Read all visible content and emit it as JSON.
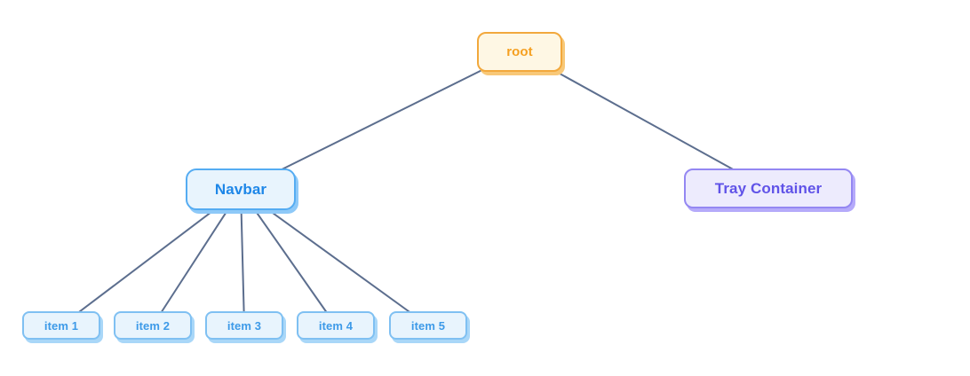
{
  "diagram": {
    "type": "tree",
    "nodes": {
      "root": {
        "label": "root"
      },
      "navbar": {
        "label": "Navbar"
      },
      "tray": {
        "label": "Tray Container"
      },
      "items": [
        {
          "label": "item 1"
        },
        {
          "label": "item 2"
        },
        {
          "label": "item 3"
        },
        {
          "label": "item 4"
        },
        {
          "label": "item 5"
        }
      ]
    },
    "edges": [
      {
        "from": "root",
        "to": "Navbar"
      },
      {
        "from": "root",
        "to": "Tray Container"
      },
      {
        "from": "Navbar",
        "to": "item 1"
      },
      {
        "from": "Navbar",
        "to": "item 2"
      },
      {
        "from": "Navbar",
        "to": "item 3"
      },
      {
        "from": "Navbar",
        "to": "item 4"
      },
      {
        "from": "Navbar",
        "to": "item 5"
      }
    ]
  },
  "theme": {
    "colors": {
      "canvas-bg": "#ffffff",
      "edge": "#5c6e8e",
      "root-bg": "#fef7e4",
      "root-border": "#f2a83c",
      "root-text": "#f5a021",
      "root-shadow": "#f8c878",
      "navbar-bg": "#e8f4fd",
      "navbar-border": "#55acf2",
      "navbar-text": "#1e87e8",
      "navbar-shadow": "#8ec9f8",
      "tray-bg": "#edebfd",
      "tray-border": "#9487f2",
      "tray-text": "#6053e8",
      "tray-shadow": "#b5aafa",
      "item-bg": "#e8f4fd",
      "item-border": "#7fc0f2",
      "item-text": "#3d9ae8",
      "item-shadow": "#a9d7f8"
    }
  }
}
